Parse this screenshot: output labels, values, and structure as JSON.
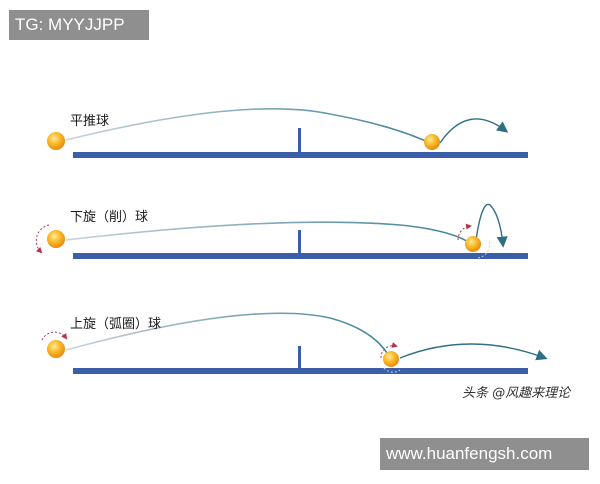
{
  "watermark_top": "TG: MYYJJPP",
  "watermark_bottom": "www.huanfengsh.com",
  "author": "头条 @风趣来理论",
  "colors": {
    "table": "#3a5ea8",
    "ball_core": "#f5a31a",
    "ball_edge": "#fbd067",
    "trajectory": "#4f8fa0",
    "spin_arrow": "#b8324a"
  },
  "rows": [
    {
      "label": "平推球"
    },
    {
      "label": "下旋（削）球"
    },
    {
      "label": "上旋（弧圈）球"
    }
  ]
}
